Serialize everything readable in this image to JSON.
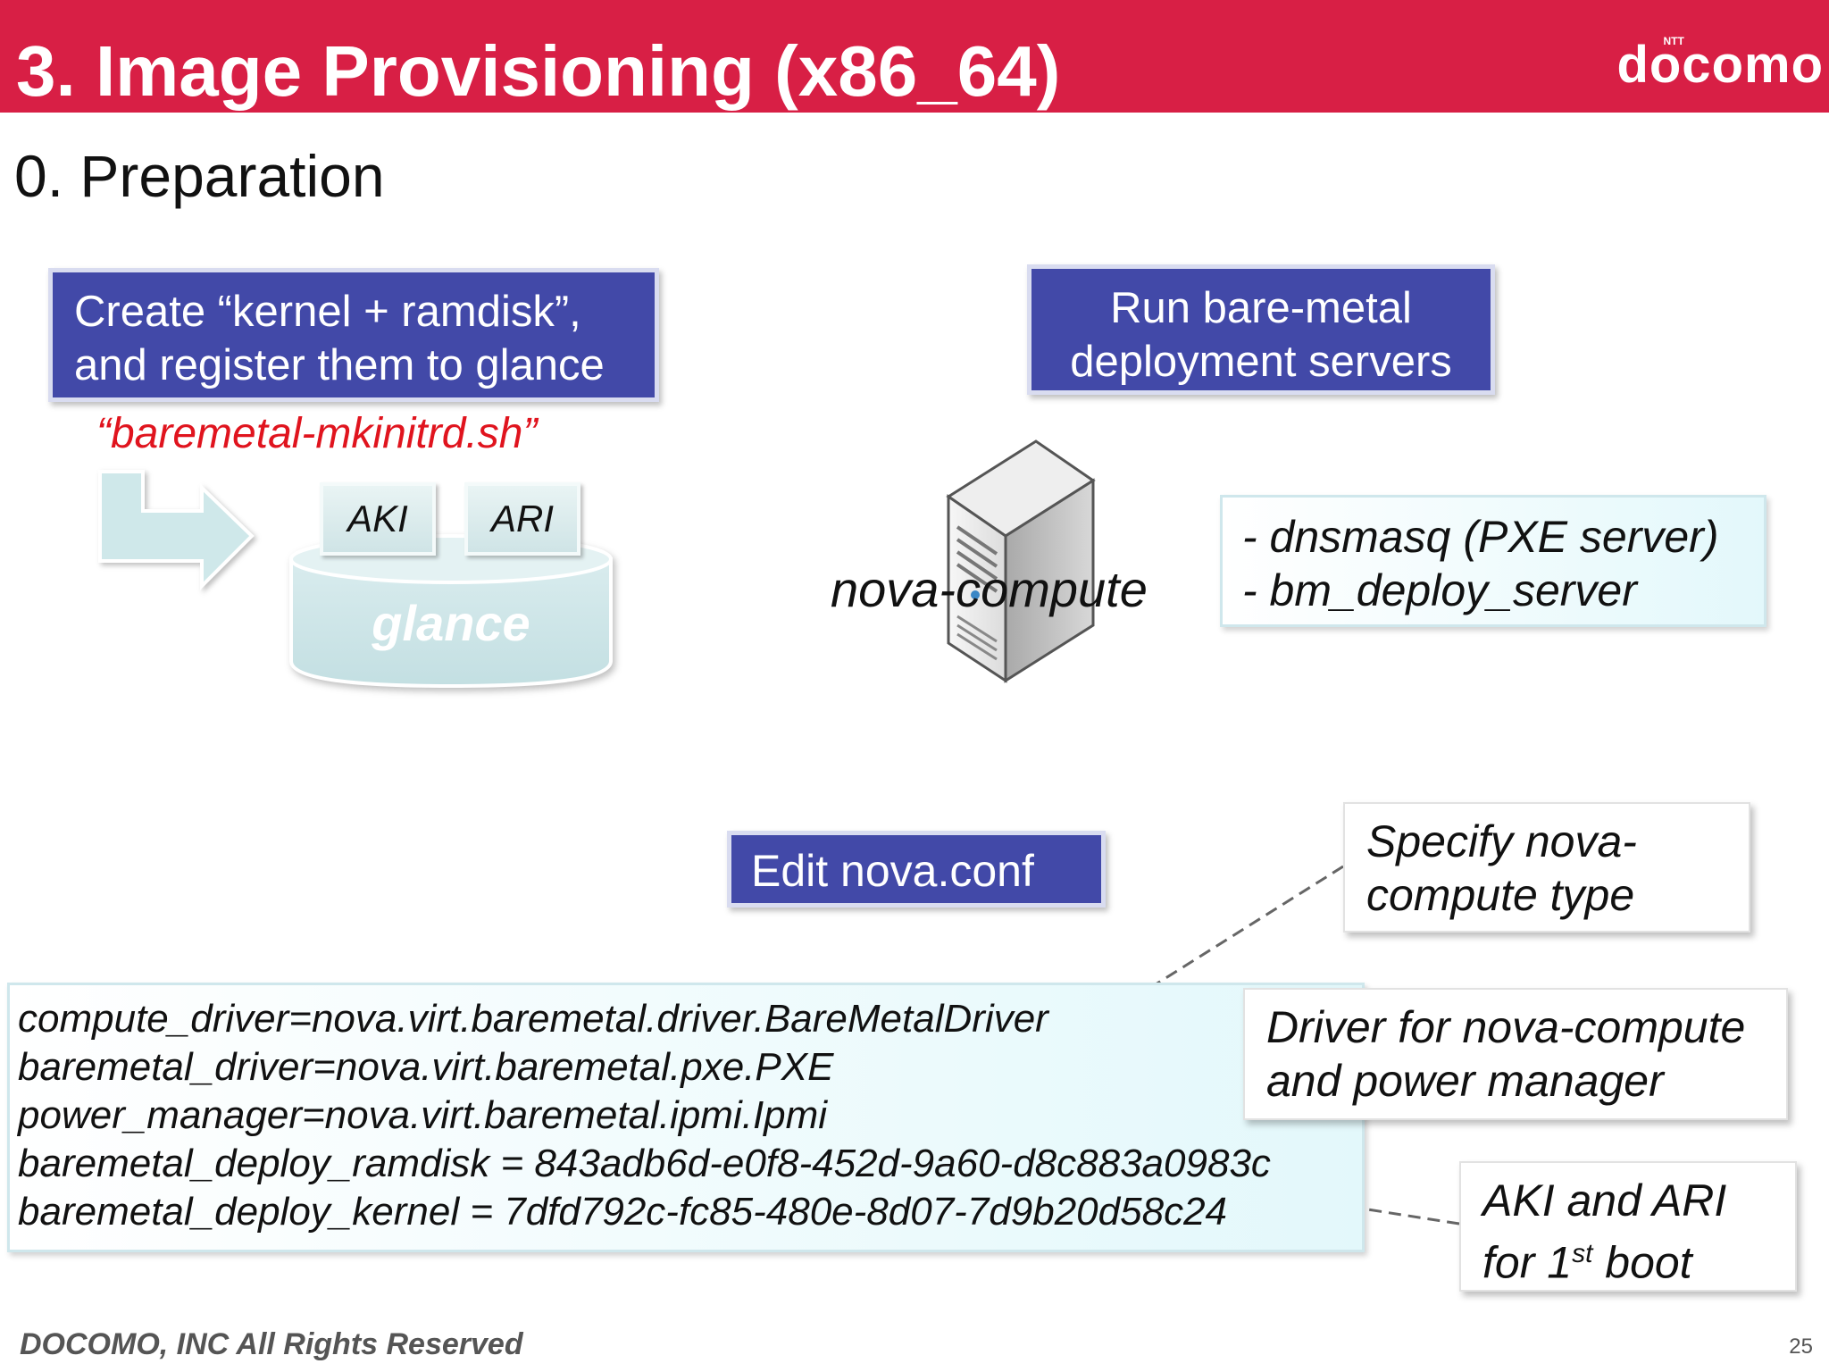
{
  "header": {
    "title": "3. Image Provisioning (x86_64)",
    "logo_text": "docomo",
    "logo_superscript": "NTT",
    "color": "#d81f45"
  },
  "subtitle": "0.  Preparation",
  "create_box": {
    "line1": "Create “kernel + ramdisk”,",
    "line2": "and register them to glance"
  },
  "script_name": "“baremetal-mkinitrd.sh”",
  "glance": {
    "tabs": [
      "AKI",
      "ARI"
    ],
    "label": "glance"
  },
  "run_box": {
    "line1": "Run bare-metal",
    "line2": "deployment servers"
  },
  "server": {
    "icon": "server-tower-icon",
    "label": "nova-compute"
  },
  "servers_list": [
    "- dnsmasq (PXE server)",
    "- bm_deploy_server"
  ],
  "edit_box": "Edit nova.conf",
  "notes": {
    "specify": [
      "Specify nova-",
      "compute type"
    ],
    "driver": [
      "Driver for nova-compute",
      "and power manager"
    ],
    "aki_ari": {
      "line1": "AKI and ARI",
      "line2_prefix": "for 1",
      "line2_sup": "st",
      "line2_suffix": " boot"
    }
  },
  "config_lines": [
    "compute_driver=nova.virt.baremetal.driver.BareMetalDriver",
    "baremetal_driver=nova.virt.baremetal.pxe.PXE",
    "power_manager=nova.virt.baremetal.ipmi.Ipmi",
    "baremetal_deploy_ramdisk = 843adb6d-e0f8-452d-9a60-d8c883a0983c",
    "baremetal_deploy_kernel = 7dfd792c-fc85-480e-8d07-7d9b20d58c24"
  ],
  "footer": "DOCOMO, INC All Rights Reserved",
  "page_number": "25",
  "colors": {
    "accent_red": "#d81f45",
    "box_blue": "#4249a8",
    "script_red": "#e0141e",
    "light_cyan": "#e3f8fb"
  }
}
